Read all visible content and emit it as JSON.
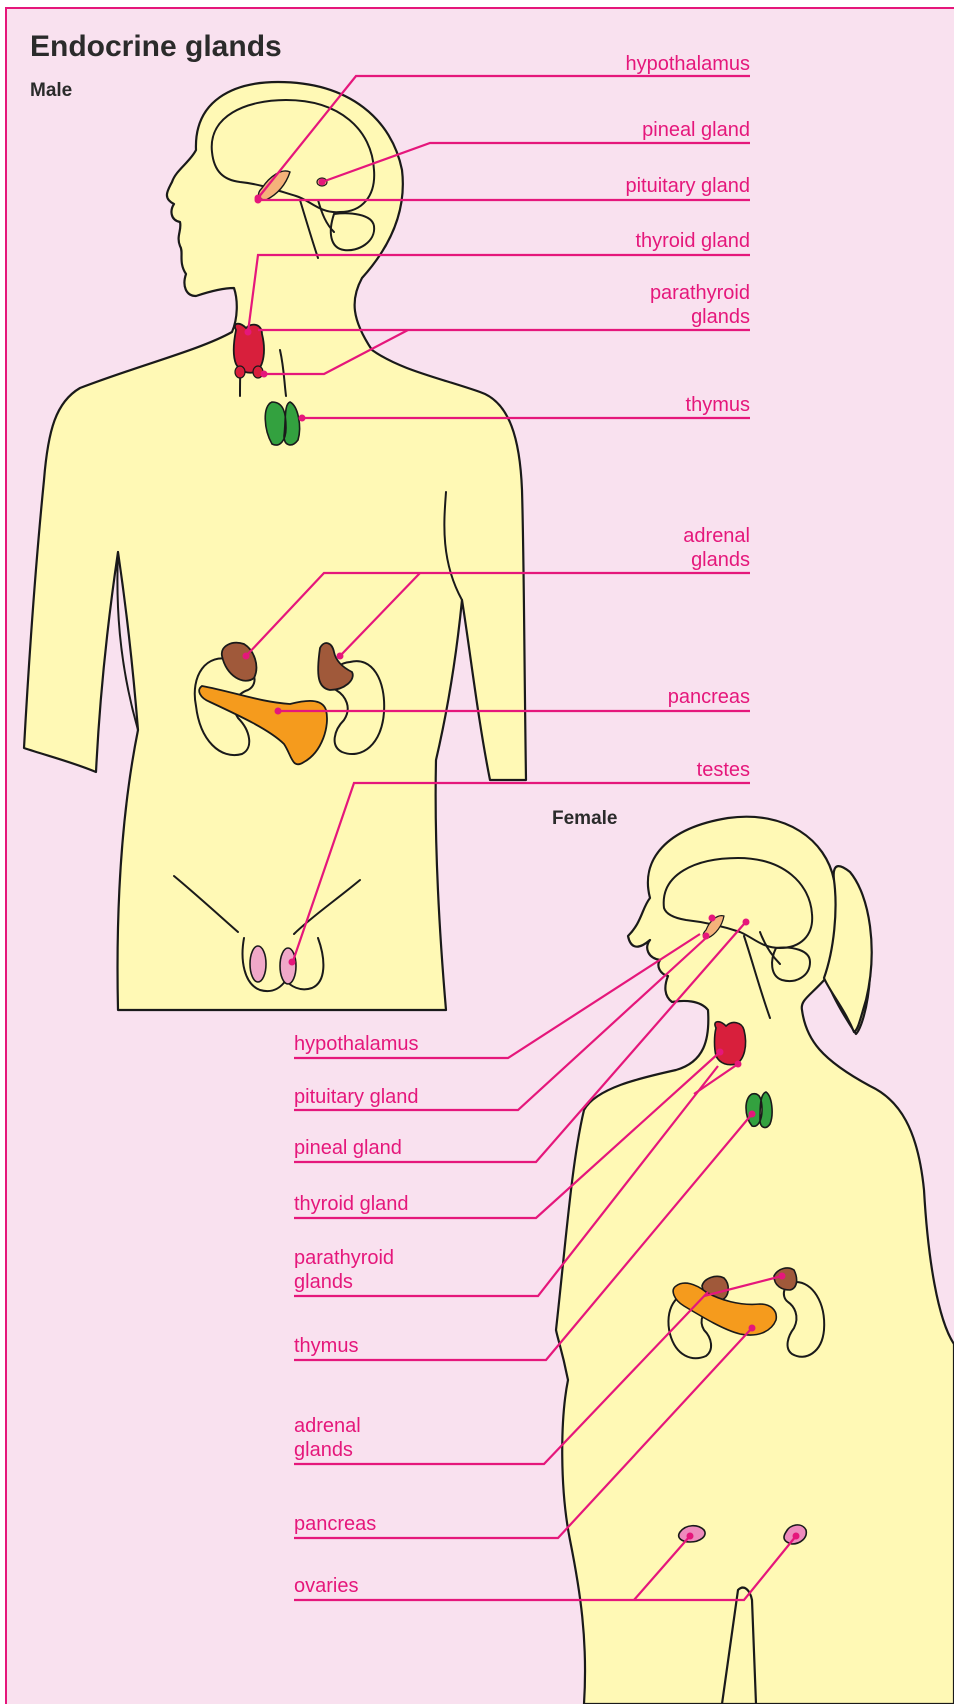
{
  "title": "Endocrine glands",
  "male": {
    "heading": "Male",
    "labels": {
      "hypothalamus": "hypothalamus",
      "pineal": "pineal gland",
      "pituitary": "pituitary gland",
      "thyroid": "thyroid gland",
      "parathyroid_1": "parathyroid",
      "parathyroid_2": "glands",
      "thymus": "thymus",
      "adrenal_1": "adrenal",
      "adrenal_2": "glands",
      "pancreas": "pancreas",
      "testes": "testes"
    }
  },
  "female": {
    "heading": "Female",
    "labels": {
      "hypothalamus": "hypothalamus",
      "pituitary": "pituitary gland",
      "pineal": "pineal gland",
      "thyroid": "thyroid gland",
      "parathyroid_1": "parathyroid",
      "parathyroid_2": "glands",
      "thymus": "thymus",
      "adrenal_1": "adrenal",
      "adrenal_2": "glands",
      "pancreas": "pancreas",
      "ovaries": "ovaries"
    }
  },
  "colors": {
    "background": "#f9e1ef",
    "frame": "#e5177b",
    "label": "#e5177b",
    "body_fill": "#fff9b5",
    "thyroid": "#d81f3c",
    "thymus": "#33a13f",
    "adrenal": "#a0593a",
    "pancreas": "#f59b1d",
    "testes": "#f0a8c8",
    "ovaries": "#ee8bbd",
    "hypothalamus": "#f5b27a"
  }
}
